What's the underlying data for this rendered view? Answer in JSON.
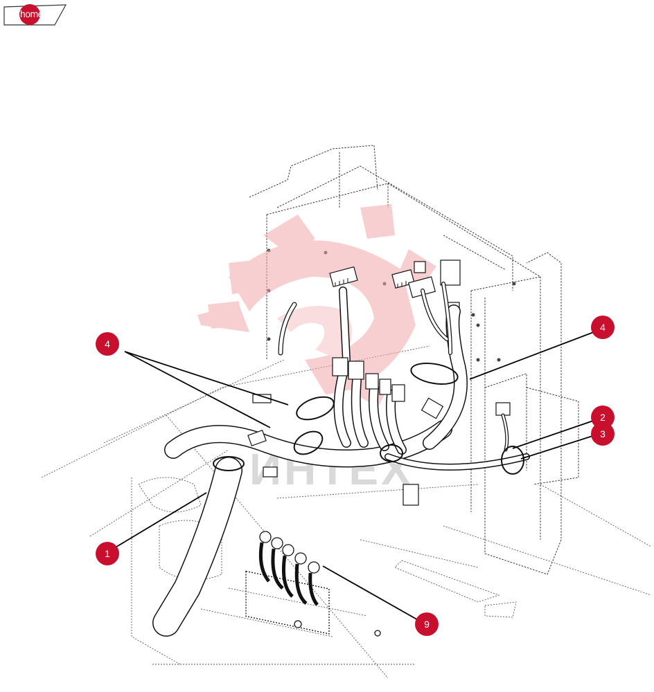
{
  "nav": {
    "home_label": "home",
    "home_icon": "home-icon"
  },
  "watermark": {
    "text": "ИНТЕХ",
    "logo": "gear-logo"
  },
  "callouts": [
    {
      "id": "callout-1",
      "label": "1"
    },
    {
      "id": "callout-2",
      "label": "2"
    },
    {
      "id": "callout-3",
      "label": "3"
    },
    {
      "id": "callout-4-left",
      "label": "4"
    },
    {
      "id": "callout-4-right",
      "label": "4"
    },
    {
      "id": "callout-9",
      "label": "9"
    }
  ],
  "colors": {
    "callout": "#c8102e",
    "line": "#000000",
    "watermark": "#e53945"
  }
}
